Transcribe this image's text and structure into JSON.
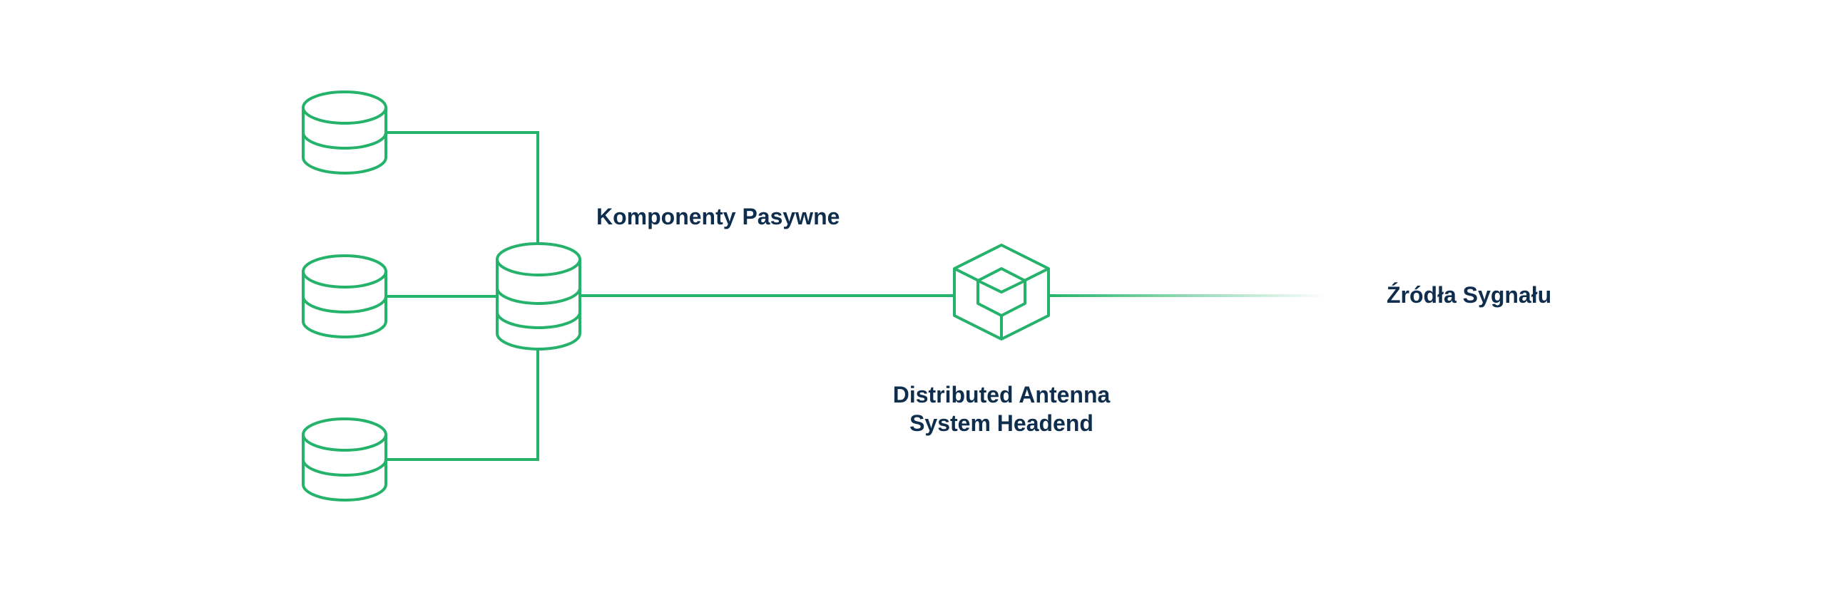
{
  "labels": {
    "passive_components": "Komponenty Pasywne",
    "headend_line1": "Distributed Antenna",
    "headend_line2": "System Headend",
    "signal_sources": "Źródła Sygnału"
  },
  "icons": {
    "remote_units": "database-icon",
    "passive_hub": "database-icon",
    "headend": "cube-icon"
  },
  "colors": {
    "accent": "#25b36b",
    "text": "#0f2d4d",
    "background": "#ffffff"
  }
}
